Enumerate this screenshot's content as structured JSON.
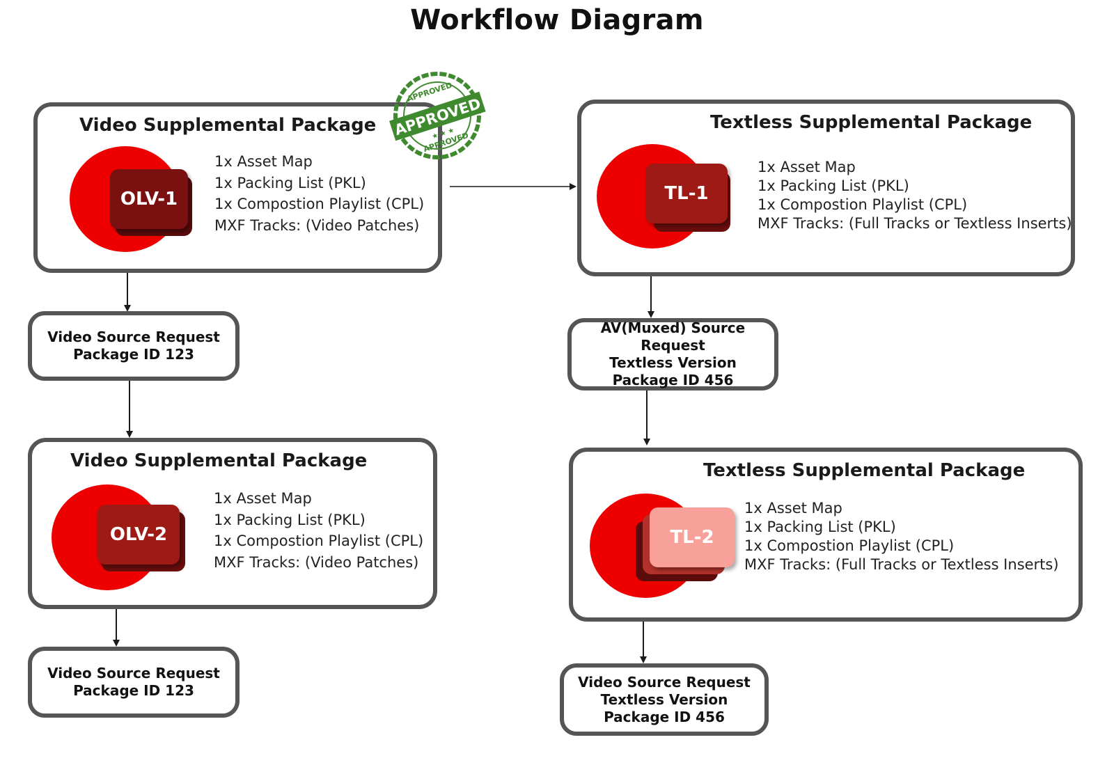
{
  "title": "Workflow Diagram",
  "packages": {
    "olv1": {
      "title": "Video Supplemental Package",
      "badge": "OLV-1",
      "lines": [
        "1x Asset Map",
        "1x Packing List (PKL)",
        "1x Compostion Playlist (CPL)",
        "MXF Tracks: (Video Patches)"
      ]
    },
    "tl1": {
      "title": "Textless Supplemental Package",
      "badge": "TL-1",
      "lines": [
        "1x Asset Map",
        "1x Packing List (PKL)",
        "1x Compostion Playlist (CPL)",
        "MXF Tracks: (Full Tracks or Textless Inserts)"
      ]
    },
    "olv2": {
      "title": "Video Supplemental Package",
      "badge": "OLV-2",
      "lines": [
        "1x Asset Map",
        "1x Packing List (PKL)",
        "1x Compostion Playlist (CPL)",
        "MXF Tracks: (Video Patches)"
      ]
    },
    "tl2": {
      "title": "Textless Supplemental Package",
      "badge": "TL-2",
      "lines": [
        "1x Asset Map",
        "1x Packing List (PKL)",
        "1x Compostion Playlist (CPL)",
        "MXF Tracks: (Full Tracks or Textless Inserts)"
      ]
    }
  },
  "requests": {
    "video1": [
      "Video Source Request",
      "Package ID 123"
    ],
    "av": [
      "AV(Muxed) Source Request",
      "Textless Version",
      "Package ID 456"
    ],
    "video2": [
      "Video Source Request",
      "Package ID 123"
    ],
    "video3": [
      "Video Source Request",
      "Textless Version",
      "Package ID 456"
    ]
  },
  "stamp": {
    "main": "APPROVED",
    "arc": "APPROVED"
  },
  "colors": {
    "accent_red": "#ee0000",
    "badge_dark": "#7a1010",
    "badge_mid": "#9e1a14",
    "badge_light": "#f7a19a",
    "stamp_green": "#3f8a2e",
    "border": "#555555"
  }
}
